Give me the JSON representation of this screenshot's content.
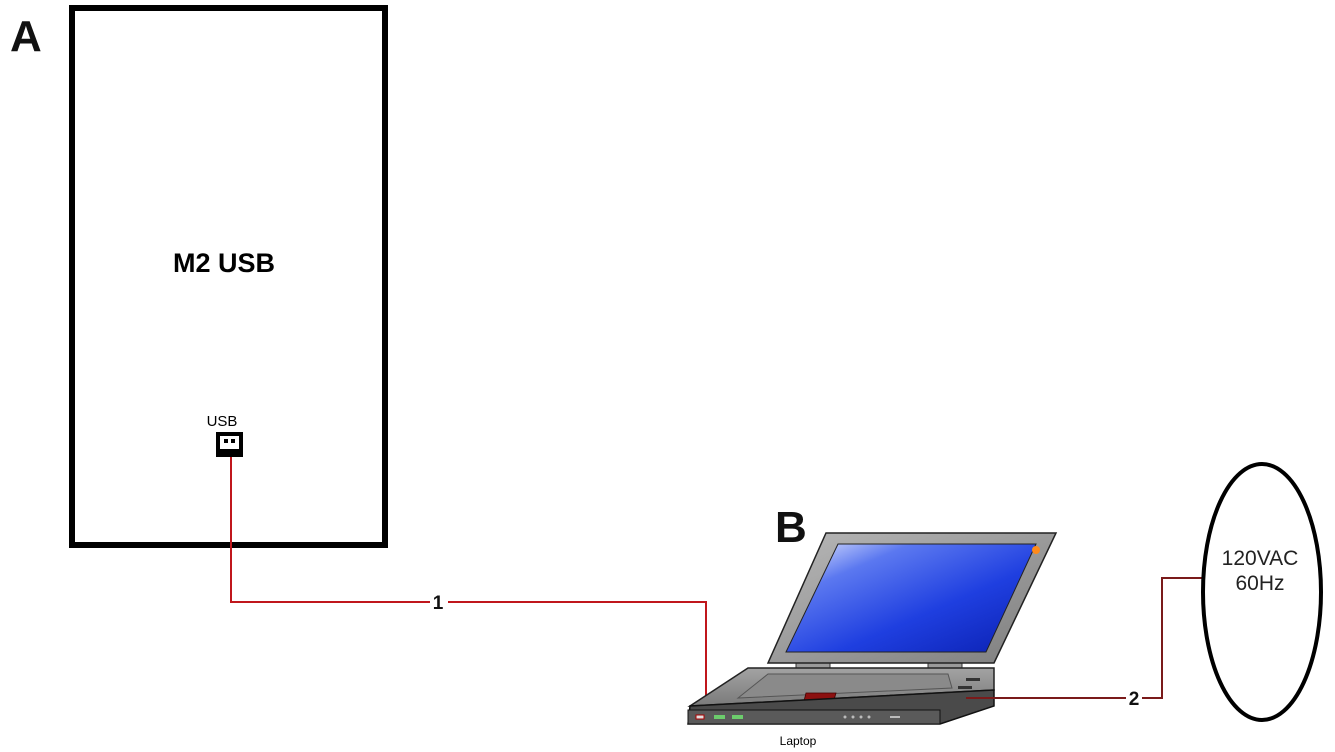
{
  "labels": {
    "device_a_marker": "A",
    "device_b_marker": "B",
    "device_a_name": "M2 USB",
    "usb_port_label": "USB",
    "laptop_label": "Laptop",
    "cable_1": "1",
    "cable_2": "2",
    "power_line1": "120VAC",
    "power_line2": "60Hz"
  },
  "colors": {
    "cable": "#c0171c",
    "cable_dark": "#7a1a1a",
    "screen": "#1a3ce0",
    "laptop_body": "#8c8c8c",
    "outline": "#000000"
  },
  "icons": {
    "usb_port": "usb-port-icon",
    "laptop": "laptop-icon",
    "power_source": "power-outlet-icon"
  }
}
